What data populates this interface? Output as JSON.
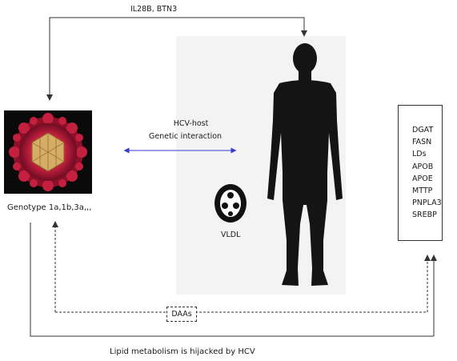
{
  "diagram": {
    "top_label": "IL28B, BTN3",
    "interaction_label_line1": "HCV-host",
    "interaction_label_line2": "Genetic interaction",
    "genotype_label": "Genotype 1a,1b,3a,,,",
    "vldl_label": "VLDL",
    "daas_label": "DAAs",
    "bottom_label": "Lipid metabolism is hijacked by HCV",
    "genes": [
      "DGAT",
      "FASN",
      "LDs",
      "APOB",
      "APOE",
      "MTTP",
      "PNPLA3",
      "SREBP"
    ],
    "colors": {
      "interaction_arrow": "#3a3ad0",
      "silhouette": "#141414",
      "figure_panel": "#f3f3f3",
      "virus_red": "#b01b3c",
      "virus_core": "#c9a05a",
      "line": "#333333"
    }
  }
}
